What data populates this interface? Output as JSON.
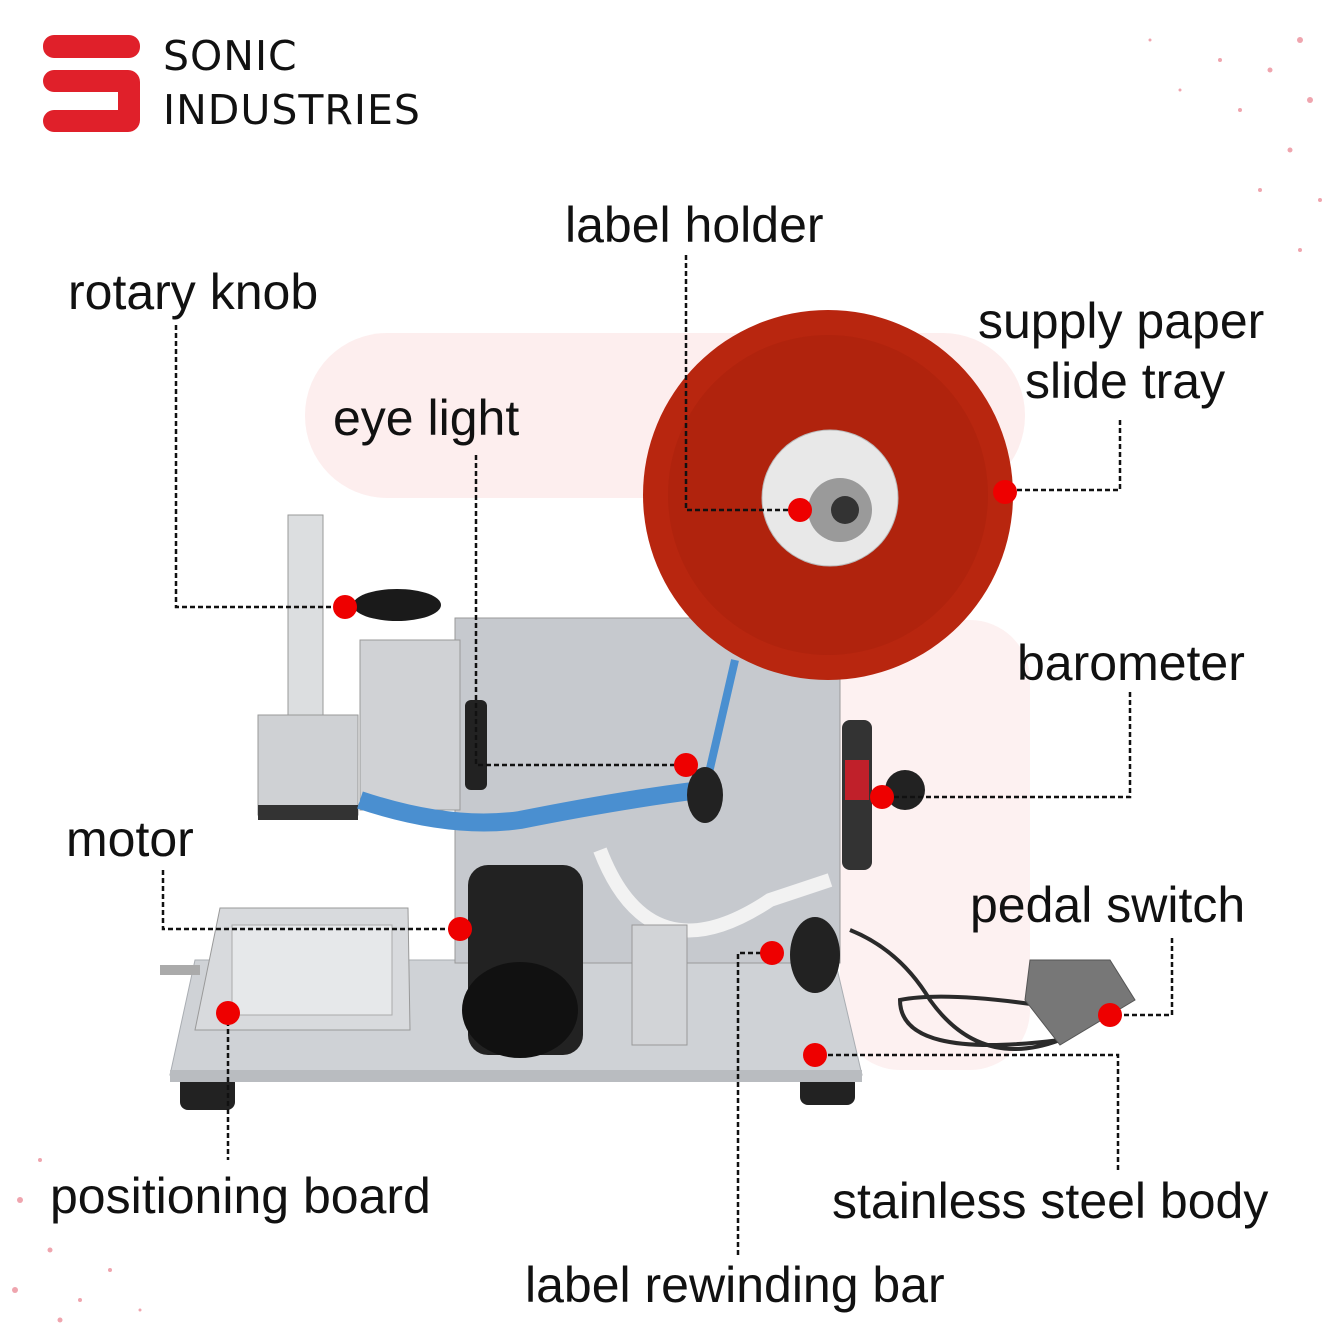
{
  "brand": {
    "line1": "SONIC",
    "line2": "INDUSTRIES",
    "color": "#e0202a"
  },
  "accent_dot_color": "#ee0000",
  "labels": {
    "label_holder": "label holder",
    "rotary_knob": "rotary knob",
    "supply_paper_line1": "supply paper",
    "supply_paper_line2": "slide tray",
    "eye_light": "eye light",
    "barometer": "barometer",
    "motor": "motor",
    "pedal_switch": "pedal switch",
    "positioning_board": "positioning board",
    "stainless_steel_body": "stainless steel body",
    "label_rewinding_bar": "label rewinding bar"
  }
}
